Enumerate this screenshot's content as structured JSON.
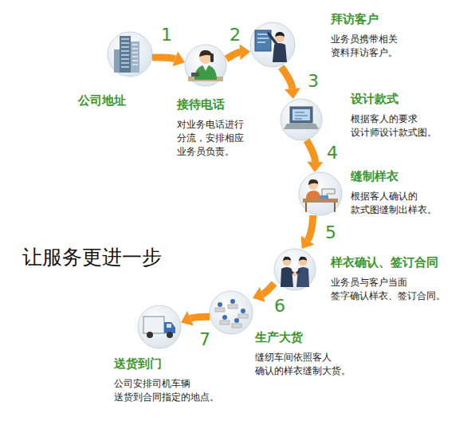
{
  "diagram": {
    "nodes": [
      {
        "text": [
          "公司地址"
        ]
      },
      {
        "text": [
          "接待电话",
          "对业务电话进行 分流，安排相应 业务员负责。"
        ]
      },
      {
        "text": [
          "拜访客户",
          "业务员携带相关 资料拜访客户。"
        ]
      },
      {
        "text": [
          "设计款式",
          "根据客人的要求 设计师设计款式图。"
        ]
      },
      {
        "text": [
          "缝制样衣",
          "根据客人确认的 款式图缝制出样衣。"
        ]
      },
      {
        "text": [
          "样衣确认、签订合同",
          "业务员与客户当面 签字确认样衣、签订合同。"
        ]
      },
      {
        "text": [
          "生产大货",
          "缝纫车间依照客人 确认的样衣缝制大货。"
        ]
      },
      {
        "text": [
          "送货到门",
          "公司安排司机车辆 送货到合同指定的地点。"
        ]
      }
    ],
    "edges": [
      {
        "from": 0,
        "to": 1,
        "label": "1",
        "arrow": "to"
      },
      {
        "from": 1,
        "to": 2,
        "label": "2",
        "arrow": "to"
      },
      {
        "from": 2,
        "to": 3,
        "label": "3",
        "arrow": "to"
      },
      {
        "from": 3,
        "to": 4,
        "label": "4",
        "arrow": "to"
      },
      {
        "from": 4,
        "to": 5,
        "label": "5",
        "arrow": "to"
      },
      {
        "from": 5,
        "to": 6,
        "label": "6",
        "arrow": "to"
      },
      {
        "from": 6,
        "to": 7,
        "label": "7",
        "arrow": "to"
      }
    ],
    "labels": [
      "让服务更进一步"
    ]
  }
}
